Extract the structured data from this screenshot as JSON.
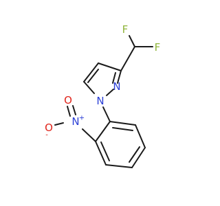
{
  "molecule": {
    "atoms": {
      "f1": {
        "symbol": "F"
      },
      "f2": {
        "symbol": "F"
      },
      "n_pyrazole_2": {
        "symbol": "N"
      },
      "n_pyrazole_1": {
        "symbol": "N"
      },
      "n_nitro": {
        "symbol": "N",
        "charge": "+"
      },
      "o_nitro_1": {
        "symbol": "O"
      },
      "o_nitro_2": {
        "symbol": "O",
        "charge": "-"
      }
    },
    "colors": {
      "bond": "#1a1a1a",
      "fluorine": "#8fb43a",
      "nitrogen": "#2b3fd6",
      "oxygen": "#e0241b"
    }
  }
}
